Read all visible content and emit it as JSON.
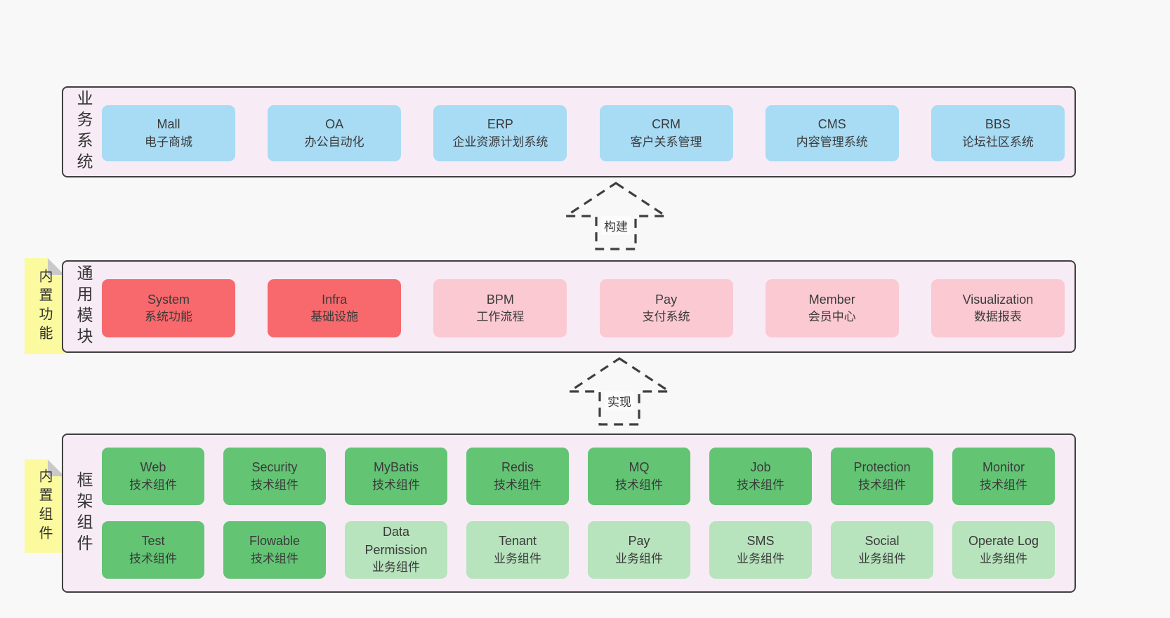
{
  "colors": {
    "page_bg": "#f8f8f8",
    "band_bg": "#f7ecf5",
    "band_border": "#3f3f3f",
    "box_blue": "#a8dbf4",
    "box_red": "#f7696c",
    "box_pink": "#fbc9d2",
    "box_green": "#63c474",
    "box_light_green": "#b7e3bd",
    "note_yellow": "#fcfa9e",
    "note_fold_gray": "#c9c9c9",
    "arrow_stroke": "#3f3f3f",
    "text": "#3a3a3a"
  },
  "arrows": [
    {
      "label": "构建"
    },
    {
      "label": "实现"
    }
  ],
  "bands": [
    {
      "title": "业务系统",
      "items": [
        {
          "name": "Mall",
          "label": "电子商城"
        },
        {
          "name": "OA",
          "label": "办公自动化"
        },
        {
          "name": "ERP",
          "label": "企业资源计划系统"
        },
        {
          "name": "CRM",
          "label": "客户关系管理"
        },
        {
          "name": "CMS",
          "label": "内容管理系统"
        },
        {
          "name": "BBS",
          "label": "论坛社区系统"
        }
      ]
    },
    {
      "title": "通用模块",
      "note": "内置功能",
      "items": [
        {
          "name": "System",
          "label": "系统功能"
        },
        {
          "name": "Infra",
          "label": "基础设施"
        },
        {
          "name": "BPM",
          "label": "工作流程"
        },
        {
          "name": "Pay",
          "label": "支付系统"
        },
        {
          "name": "Member",
          "label": "会员中心"
        },
        {
          "name": "Visualization",
          "label": "数据报表"
        }
      ]
    },
    {
      "title": "框架组件",
      "note": "内置组件",
      "rows": [
        {
          "items": [
            {
              "name": "Web",
              "label": "技术组件"
            },
            {
              "name": "Security",
              "label": "技术组件"
            },
            {
              "name": "MyBatis",
              "label": "技术组件"
            },
            {
              "name": "Redis",
              "label": "技术组件"
            },
            {
              "name": "MQ",
              "label": "技术组件"
            },
            {
              "name": "Job",
              "label": "技术组件"
            },
            {
              "name": "Protection",
              "label": "技术组件"
            },
            {
              "name": "Monitor",
              "label": "技术组件"
            }
          ]
        },
        {
          "items": [
            {
              "name": "Test",
              "label": "技术组件"
            },
            {
              "name": "Flowable",
              "label": "技术组件"
            },
            {
              "name": "Data Permission",
              "label": "业务组件"
            },
            {
              "name": "Tenant",
              "label": "业务组件"
            },
            {
              "name": "Pay",
              "label": "业务组件"
            },
            {
              "name": "SMS",
              "label": "业务组件"
            },
            {
              "name": "Social",
              "label": "业务组件"
            },
            {
              "name": "Operate Log",
              "label": "业务组件"
            }
          ]
        }
      ]
    }
  ]
}
